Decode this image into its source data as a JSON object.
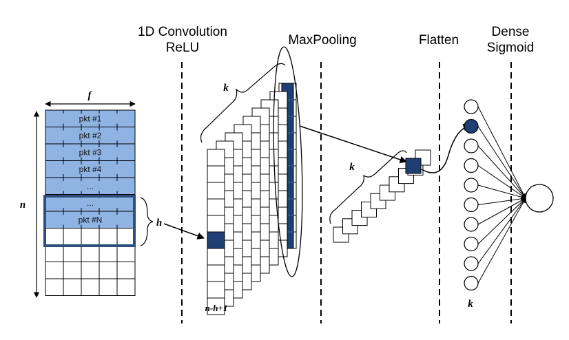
{
  "headers": {
    "conv": [
      "1D Convolution",
      "ReLU"
    ],
    "pool": "MaxPooling",
    "flatten": "Flatten",
    "dense": [
      "Dense",
      "Sigmoid"
    ]
  },
  "input_rows": [
    "pkt #1",
    "pkt #2",
    "pkt #3",
    "pkt #4",
    "...",
    "...",
    "pkt #N"
  ],
  "labels": {
    "f": "f",
    "n": "n",
    "h": "h",
    "k_conv": "k",
    "k_flat": "k",
    "k_dense": "k",
    "conv_len": "n-h+1"
  },
  "colors": {
    "packet_fill": "#8fb3e3",
    "highlight": "#1f3f74",
    "window_border": "#2d4f80",
    "line": "#000000"
  }
}
